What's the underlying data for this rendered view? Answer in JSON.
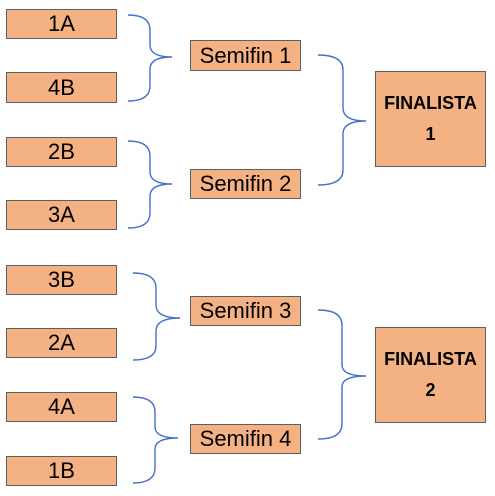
{
  "round1": [
    "1A",
    "4B",
    "2B",
    "3A",
    "3B",
    "2A",
    "4A",
    "1B"
  ],
  "semifinals": [
    "Semifin 1",
    "Semifin 2",
    "Semifin 3",
    "Semifin 4"
  ],
  "finals": [
    {
      "line1": "FINALISTA",
      "line2": "1"
    },
    {
      "line1": "FINALISTA",
      "line2": "2"
    }
  ],
  "colors": {
    "box_fill": "#f4b183",
    "box_border": "#5f5f5f",
    "brace": "#4472c4"
  }
}
